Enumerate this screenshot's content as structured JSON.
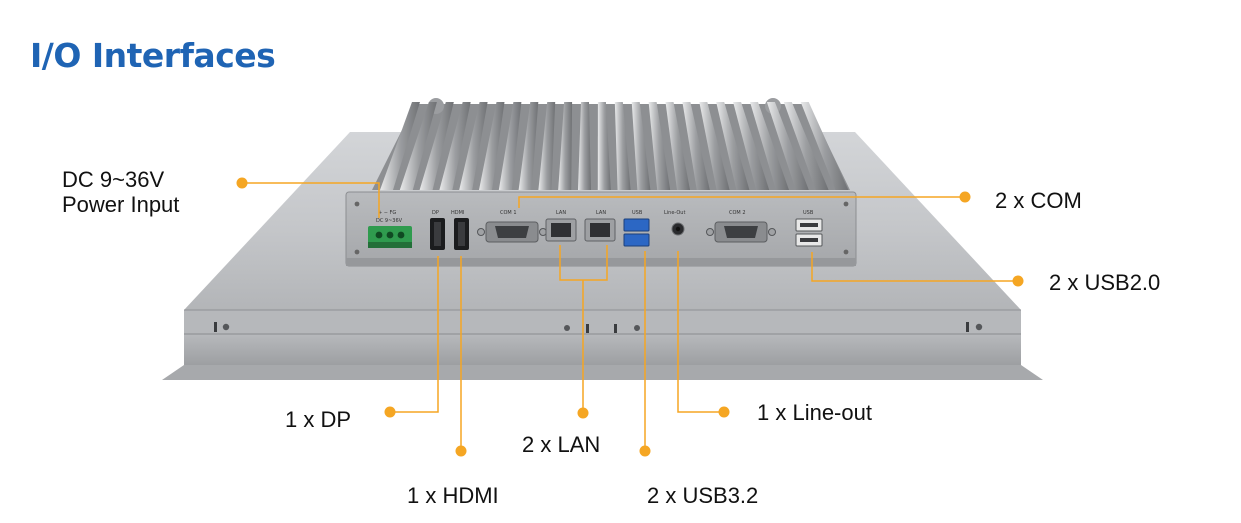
{
  "title": "I/O Interfaces",
  "colors": {
    "title": "#1f64b4",
    "accent": "#f5a623",
    "text": "#111111"
  },
  "callouts": {
    "power_line1": "DC 9~36V",
    "power_line2": "Power Input",
    "com": "2 x COM",
    "usb2": "2 x USB2.0",
    "dp": "1 x DP",
    "hdmi": "1 x HDMI",
    "lan": "2 x LAN",
    "usb3": "2 x USB3.2",
    "lineout": "1 x Line-out"
  },
  "port_labels": {
    "power": "+ − FG",
    "power_rating": "DC 9~36V",
    "dp": "DP",
    "hdmi": "HDMI",
    "com1": "COM 1",
    "lan1": "LAN",
    "lan2": "LAN",
    "usb3": "USB",
    "lineout": "Line-Out",
    "com2": "COM 2",
    "usb2": "USB"
  }
}
